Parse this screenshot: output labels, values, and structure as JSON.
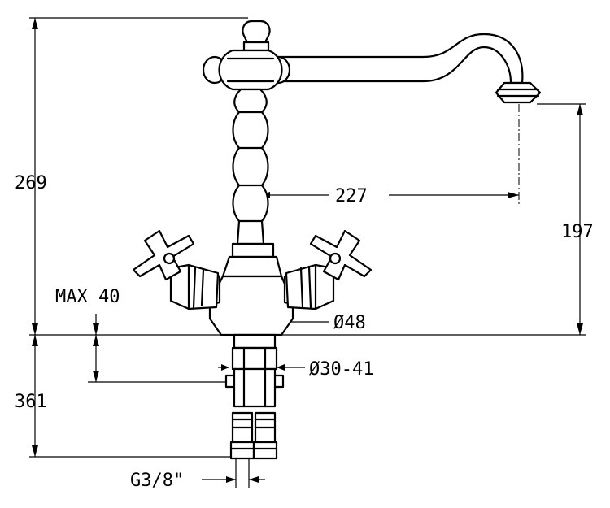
{
  "dimensions": {
    "height_above_deck": "269",
    "spout_reach": "227",
    "spout_outlet_height": "197",
    "max_deck_thickness": "MAX 40",
    "body_diameter": "Ø48",
    "hole_diameter": "Ø30-41",
    "below_deck_length": "361",
    "connection_thread": "G3/8\""
  }
}
